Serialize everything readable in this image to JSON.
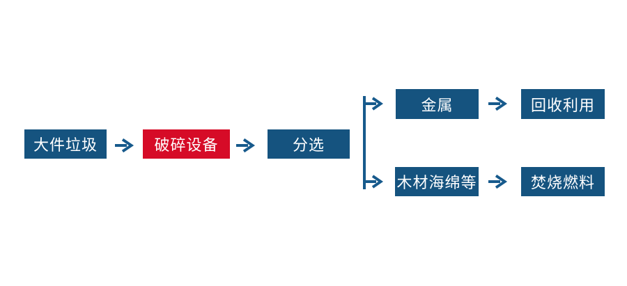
{
  "diagram": {
    "type": "flowchart",
    "colors": {
      "box_blue": "#15537F",
      "box_red": "#D60B27",
      "arrow_blue": "#175A8C",
      "text": "#FFFFFF",
      "background": "#FFFFFF"
    },
    "nodes": {
      "bulky_waste": {
        "label": "大件垃圾"
      },
      "crushing_equipment": {
        "label": "破碎设备"
      },
      "sorting": {
        "label": "分选"
      },
      "metal": {
        "label": "金属"
      },
      "recycling": {
        "label": "回收利用"
      },
      "wood_sponge": {
        "label": "木材海绵等"
      },
      "incineration_fuel": {
        "label": "焚烧燃料"
      }
    },
    "edges": [
      {
        "from": "bulky_waste",
        "to": "crushing_equipment"
      },
      {
        "from": "crushing_equipment",
        "to": "sorting"
      },
      {
        "from": "sorting",
        "to": "metal"
      },
      {
        "from": "sorting",
        "to": "wood_sponge"
      },
      {
        "from": "metal",
        "to": "recycling"
      },
      {
        "from": "wood_sponge",
        "to": "incineration_fuel"
      }
    ]
  }
}
